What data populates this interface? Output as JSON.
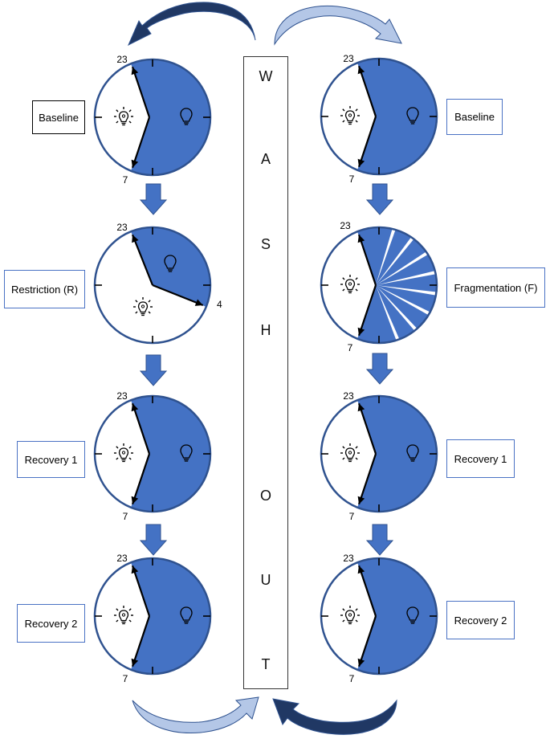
{
  "washout": {
    "letters": [
      "W",
      "A",
      "S",
      "H",
      "O",
      "U",
      "T"
    ]
  },
  "left_column": {
    "stages": [
      {
        "label": "Baseline",
        "clock": {
          "type": "normal",
          "label_top": "23",
          "label_bottom": "7"
        }
      },
      {
        "label": "Restriction (R)",
        "clock": {
          "type": "restriction",
          "label_top": "23",
          "label_right": "4"
        }
      },
      {
        "label": "Recovery 1",
        "clock": {
          "type": "normal",
          "label_top": "23",
          "label_bottom": "7"
        }
      },
      {
        "label": "Recovery 2",
        "clock": {
          "type": "normal",
          "label_top": "23",
          "label_bottom": "7"
        }
      }
    ]
  },
  "right_column": {
    "stages": [
      {
        "label": "Baseline",
        "clock": {
          "type": "normal",
          "label_top": "23",
          "label_bottom": "7"
        }
      },
      {
        "label": "Fragmentation (F)",
        "clock": {
          "type": "fragmentation",
          "label_top": "23",
          "label_bottom": "7"
        }
      },
      {
        "label": "Recovery 1",
        "clock": {
          "type": "normal",
          "label_top": "23",
          "label_bottom": "7"
        }
      },
      {
        "label": "Recovery 2",
        "clock": {
          "type": "normal",
          "label_top": "23",
          "label_bottom": "7"
        }
      }
    ]
  },
  "icons": {
    "wake": "sun-bulb-icon",
    "sleep": "lightbulb-icon"
  },
  "colors": {
    "sleep_fill": "#4472c4",
    "clock_border": "#2f528f",
    "arrow_dark": "#203864",
    "arrow_light": "#b4c7e7",
    "hand": "#000000"
  }
}
